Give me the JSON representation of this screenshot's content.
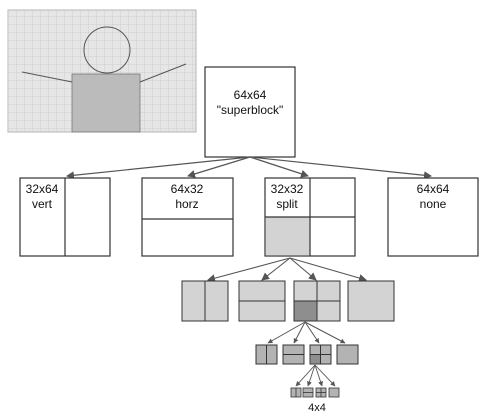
{
  "root": {
    "size": "64x64",
    "name": "\"superblock\""
  },
  "partitions": [
    {
      "size": "32x64",
      "name": "vert"
    },
    {
      "size": "64x32",
      "name": "horz"
    },
    {
      "size": "32x32",
      "name": "split"
    },
    {
      "size": "64x64",
      "name": "none"
    }
  ],
  "leaf_label": "4x4",
  "colors": {
    "grid_bg": "#e4e4e4",
    "grid_line": "#c8c8c8",
    "fill": "#d3d3d3",
    "fill_dark": "#8e8e8e",
    "stroke": "#333333"
  }
}
